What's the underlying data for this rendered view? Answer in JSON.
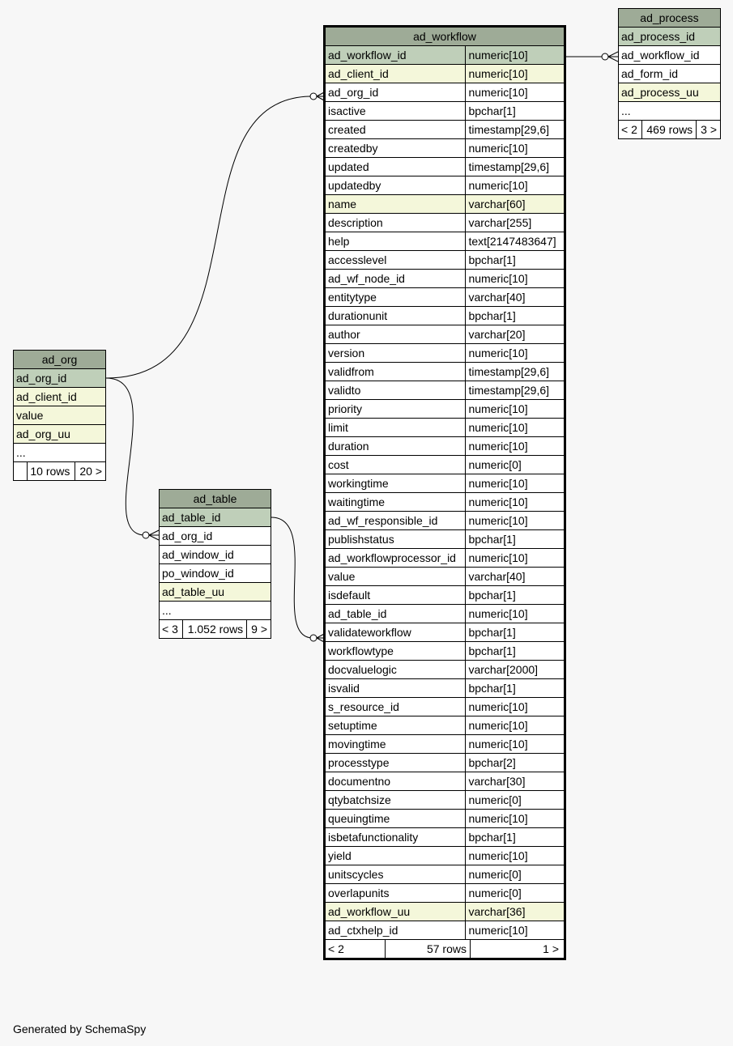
{
  "ad_workflow": {
    "name": "ad_workflow",
    "columns": [
      {
        "name": "ad_workflow_id",
        "type": "numeric[10]",
        "kind": "pk"
      },
      {
        "name": "ad_client_id",
        "type": "numeric[10]",
        "kind": "idx"
      },
      {
        "name": "ad_org_id",
        "type": "numeric[10]",
        "kind": ""
      },
      {
        "name": "isactive",
        "type": "bpchar[1]",
        "kind": ""
      },
      {
        "name": "created",
        "type": "timestamp[29,6]",
        "kind": ""
      },
      {
        "name": "createdby",
        "type": "numeric[10]",
        "kind": ""
      },
      {
        "name": "updated",
        "type": "timestamp[29,6]",
        "kind": ""
      },
      {
        "name": "updatedby",
        "type": "numeric[10]",
        "kind": ""
      },
      {
        "name": "name",
        "type": "varchar[60]",
        "kind": "idx"
      },
      {
        "name": "description",
        "type": "varchar[255]",
        "kind": ""
      },
      {
        "name": "help",
        "type": "text[2147483647]",
        "kind": ""
      },
      {
        "name": "accesslevel",
        "type": "bpchar[1]",
        "kind": ""
      },
      {
        "name": "ad_wf_node_id",
        "type": "numeric[10]",
        "kind": ""
      },
      {
        "name": "entitytype",
        "type": "varchar[40]",
        "kind": ""
      },
      {
        "name": "durationunit",
        "type": "bpchar[1]",
        "kind": ""
      },
      {
        "name": "author",
        "type": "varchar[20]",
        "kind": ""
      },
      {
        "name": "version",
        "type": "numeric[10]",
        "kind": ""
      },
      {
        "name": "validfrom",
        "type": "timestamp[29,6]",
        "kind": ""
      },
      {
        "name": "validto",
        "type": "timestamp[29,6]",
        "kind": ""
      },
      {
        "name": "priority",
        "type": "numeric[10]",
        "kind": ""
      },
      {
        "name": "limit",
        "type": "numeric[10]",
        "kind": ""
      },
      {
        "name": "duration",
        "type": "numeric[10]",
        "kind": ""
      },
      {
        "name": "cost",
        "type": "numeric[0]",
        "kind": ""
      },
      {
        "name": "workingtime",
        "type": "numeric[10]",
        "kind": ""
      },
      {
        "name": "waitingtime",
        "type": "numeric[10]",
        "kind": ""
      },
      {
        "name": "ad_wf_responsible_id",
        "type": "numeric[10]",
        "kind": ""
      },
      {
        "name": "publishstatus",
        "type": "bpchar[1]",
        "kind": ""
      },
      {
        "name": "ad_workflowprocessor_id",
        "type": "numeric[10]",
        "kind": ""
      },
      {
        "name": "value",
        "type": "varchar[40]",
        "kind": ""
      },
      {
        "name": "isdefault",
        "type": "bpchar[1]",
        "kind": ""
      },
      {
        "name": "ad_table_id",
        "type": "numeric[10]",
        "kind": ""
      },
      {
        "name": "validateworkflow",
        "type": "bpchar[1]",
        "kind": ""
      },
      {
        "name": "workflowtype",
        "type": "bpchar[1]",
        "kind": ""
      },
      {
        "name": "docvaluelogic",
        "type": "varchar[2000]",
        "kind": ""
      },
      {
        "name": "isvalid",
        "type": "bpchar[1]",
        "kind": ""
      },
      {
        "name": "s_resource_id",
        "type": "numeric[10]",
        "kind": ""
      },
      {
        "name": "setuptime",
        "type": "numeric[10]",
        "kind": ""
      },
      {
        "name": "movingtime",
        "type": "numeric[10]",
        "kind": ""
      },
      {
        "name": "processtype",
        "type": "bpchar[2]",
        "kind": ""
      },
      {
        "name": "documentno",
        "type": "varchar[30]",
        "kind": ""
      },
      {
        "name": "qtybatchsize",
        "type": "numeric[0]",
        "kind": ""
      },
      {
        "name": "queuingtime",
        "type": "numeric[10]",
        "kind": ""
      },
      {
        "name": "isbetafunctionality",
        "type": "bpchar[1]",
        "kind": ""
      },
      {
        "name": "yield",
        "type": "numeric[10]",
        "kind": ""
      },
      {
        "name": "unitscycles",
        "type": "numeric[0]",
        "kind": ""
      },
      {
        "name": "overlapunits",
        "type": "numeric[0]",
        "kind": ""
      },
      {
        "name": "ad_workflow_uu",
        "type": "varchar[36]",
        "kind": "idx"
      },
      {
        "name": "ad_ctxhelp_id",
        "type": "numeric[10]",
        "kind": ""
      }
    ],
    "footer": {
      "parents": "< 2",
      "rows": "57 rows",
      "children": "1 >"
    }
  },
  "ad_process": {
    "name": "ad_process",
    "columns": [
      {
        "name": "ad_process_id",
        "kind": "pk"
      },
      {
        "name": "ad_workflow_id",
        "kind": ""
      },
      {
        "name": "ad_form_id",
        "kind": ""
      },
      {
        "name": "ad_process_uu",
        "kind": "idx"
      },
      {
        "name": "...",
        "kind": ""
      }
    ],
    "footer": {
      "parents": "< 2",
      "rows": "469 rows",
      "children": "3 >"
    }
  },
  "ad_org": {
    "name": "ad_org",
    "columns": [
      {
        "name": "ad_org_id",
        "kind": "pk"
      },
      {
        "name": "ad_client_id",
        "kind": "idx"
      },
      {
        "name": "value",
        "kind": "idx"
      },
      {
        "name": "ad_org_uu",
        "kind": "idx"
      },
      {
        "name": "...",
        "kind": ""
      }
    ],
    "footer": {
      "parents": "",
      "rows": "10 rows",
      "children": "20 >"
    }
  },
  "ad_table": {
    "name": "ad_table",
    "columns": [
      {
        "name": "ad_table_id",
        "kind": "pk"
      },
      {
        "name": "ad_org_id",
        "kind": ""
      },
      {
        "name": "ad_window_id",
        "kind": ""
      },
      {
        "name": "po_window_id",
        "kind": ""
      },
      {
        "name": "ad_table_uu",
        "kind": "idx"
      },
      {
        "name": "...",
        "kind": ""
      }
    ],
    "footer": {
      "parents": "< 3",
      "rows": "1.052 rows",
      "children": "9 >"
    }
  },
  "colors": {
    "header": "#9eab97",
    "primary_key": "#bfcfb9",
    "indexed": "#f4f7da"
  },
  "generated_by": "Generated by SchemaSpy"
}
